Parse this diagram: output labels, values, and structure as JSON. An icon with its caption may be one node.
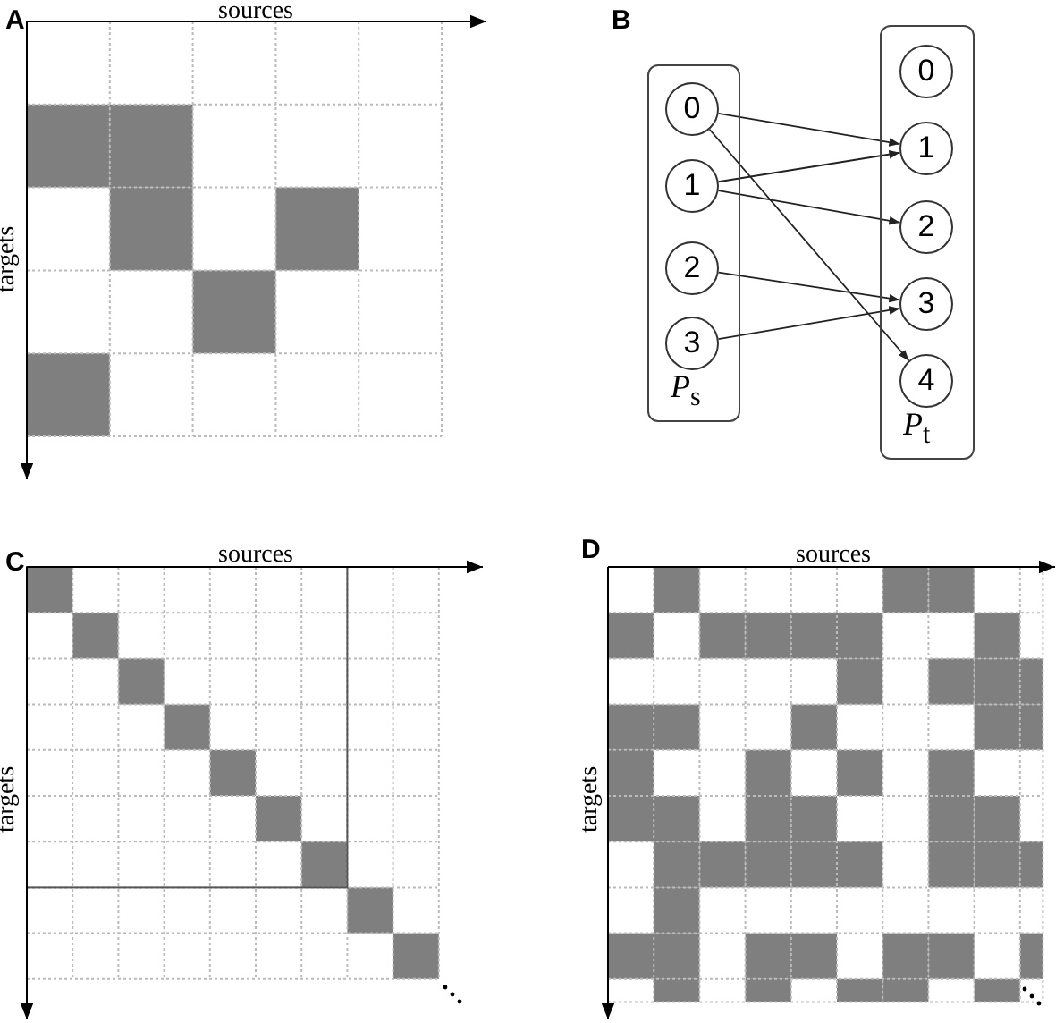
{
  "diagram": {
    "nodes": [
      {
        "text": [
          "*P*$_{s}$"
        ]
      },
      {
        "text": [
          "0"
        ],
        "in": 0
      },
      {
        "text": [
          "1"
        ],
        "in": 0
      },
      {
        "text": [
          "2"
        ],
        "in": 0
      },
      {
        "text": [
          "3"
        ],
        "in": 0
      },
      {
        "text": [
          "*P*$_{t}$"
        ]
      },
      {
        "text": [
          "0"
        ],
        "in": 5
      },
      {
        "text": [
          "1"
        ],
        "in": 5
      },
      {
        "text": [
          "2"
        ],
        "in": 5
      },
      {
        "text": [
          "3"
        ],
        "in": 5
      },
      {
        "text": [
          "4"
        ],
        "in": 5
      }
    ],
    "edges": [
      {
        "from": 1,
        "to": 7,
        "arrow": "to"
      },
      {
        "from": 1,
        "to": 10,
        "arrow": "to"
      },
      {
        "from": 2,
        "to": 7,
        "arrow": "to"
      },
      {
        "from": 2,
        "to": 8,
        "arrow": "to"
      },
      {
        "from": 3,
        "to": 9,
        "arrow": "to"
      },
      {
        "from": 4,
        "to": 9,
        "arrow": "to"
      }
    ],
    "labels": [
      "A",
      "sources",
      "targets",
      "B",
      "C",
      "sources",
      "targets",
      "D",
      "sources",
      "targets"
    ]
  }
}
